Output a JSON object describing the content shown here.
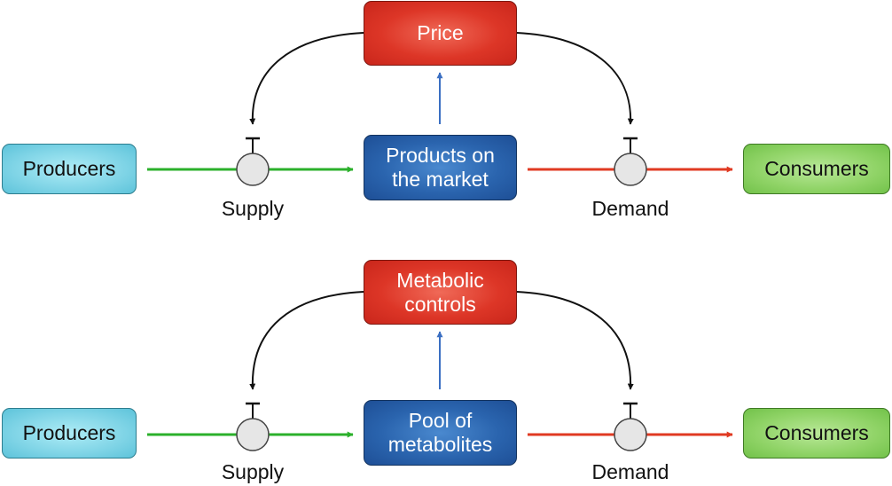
{
  "diagrams": [
    {
      "control": [
        "Price"
      ],
      "pool": [
        "Products on",
        "the market"
      ],
      "producers": "Producers",
      "consumers": "Consumers",
      "supply": "Supply",
      "demand": "Demand"
    },
    {
      "control": [
        "Metabolic",
        "controls"
      ],
      "pool": [
        "Pool of",
        "metabolites"
      ],
      "producers": "Producers",
      "consumers": "Consumers",
      "supply": "Supply",
      "demand": "Demand"
    }
  ],
  "colors": {
    "control_fill": "#dd3627",
    "pool_fill": "#2a64ae",
    "producers_fill": "#7fd4e6",
    "consumers_fill": "#8fd366",
    "supply_arrow": "#2bb02b",
    "demand_arrow": "#e03a22",
    "feedback_arrow": "#3b6fc2",
    "regulation_arrow": "#111111",
    "valve_fill": "#e6e6e6"
  }
}
